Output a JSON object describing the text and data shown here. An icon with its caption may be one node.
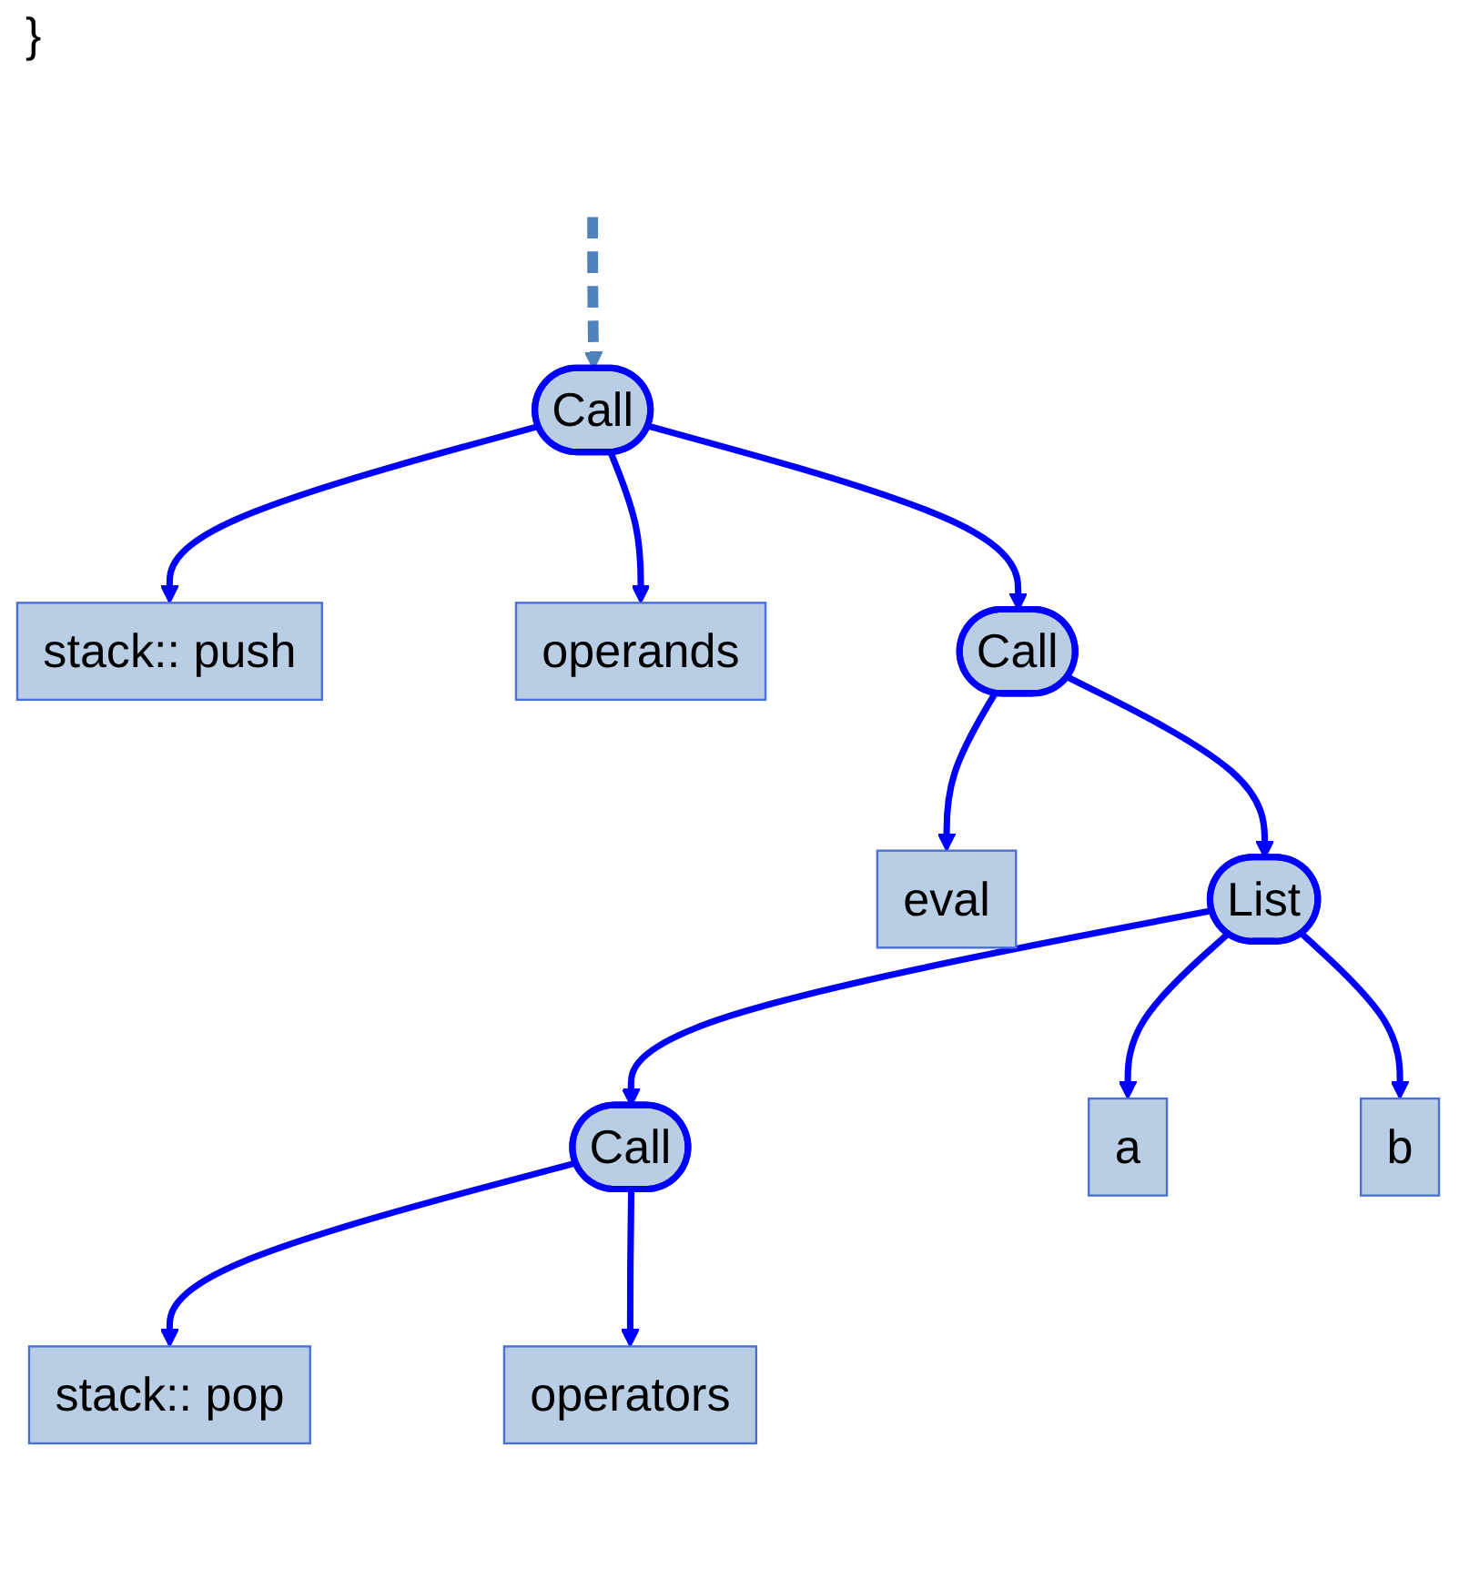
{
  "diagram": {
    "nodes": [
      {
        "text": [
          "Call"
        ]
      },
      {
        "text": [
          "stack:: push"
        ]
      },
      {
        "text": [
          "operands"
        ]
      },
      {
        "text": [
          "Call"
        ]
      },
      {
        "text": [
          "eval"
        ]
      },
      {
        "text": [
          "List"
        ]
      },
      {
        "text": [
          "Call"
        ]
      },
      {
        "text": [
          "a"
        ]
      },
      {
        "text": [
          "b"
        ]
      },
      {
        "text": [
          "stack:: pop"
        ]
      },
      {
        "text": [
          "operators"
        ]
      }
    ],
    "edges": [
      {
        "from": null,
        "to": 0,
        "arrow": "to",
        "style": "dashed",
        "color": "#4f81bd"
      },
      {
        "from": 0,
        "to": 1,
        "arrow": "to"
      },
      {
        "from": 0,
        "to": 2,
        "arrow": "to"
      },
      {
        "from": 0,
        "to": 3,
        "arrow": "to"
      },
      {
        "from": 3,
        "to": 4,
        "arrow": "to"
      },
      {
        "from": 3,
        "to": 5,
        "arrow": "to"
      },
      {
        "from": 5,
        "to": 6,
        "arrow": "to"
      },
      {
        "from": 5,
        "to": 7,
        "arrow": "to"
      },
      {
        "from": 5,
        "to": 8,
        "arrow": "to"
      },
      {
        "from": 6,
        "to": 9,
        "arrow": "to"
      },
      {
        "from": 6,
        "to": 10,
        "arrow": "to"
      }
    ],
    "labels": [
      "}"
    ]
  }
}
